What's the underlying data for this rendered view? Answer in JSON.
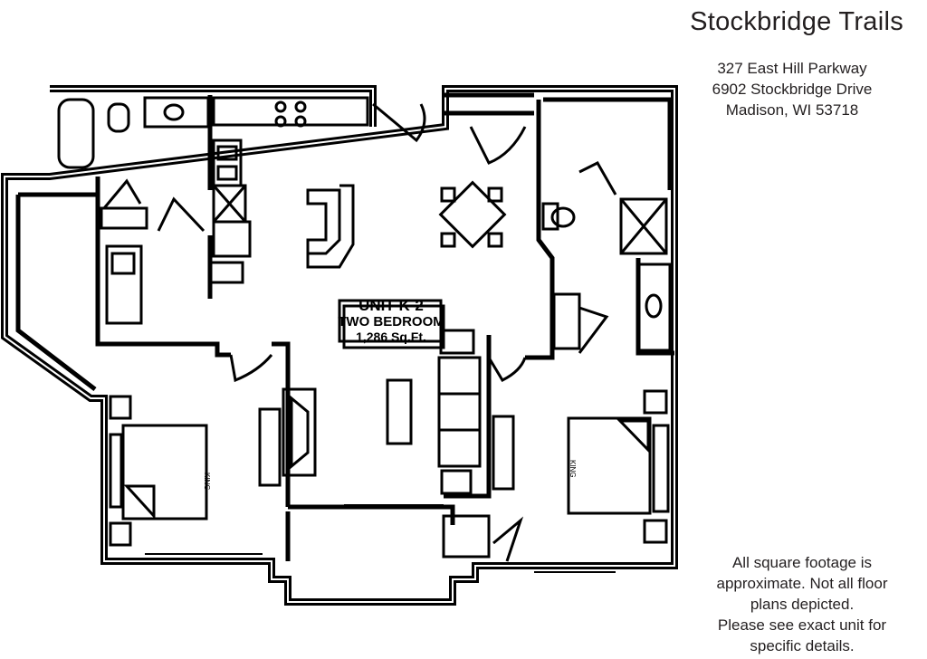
{
  "header": {
    "title": "Stockbridge Trails"
  },
  "address": {
    "lines": [
      "327 East Hill Parkway",
      "6902 Stockbridge Drive",
      "Madison, WI 53718"
    ]
  },
  "plan": {
    "unit": "UNIT K-2",
    "type": "TWO BEDROOM",
    "area": "1,286 Sq.Ft.",
    "bed_label": "KING"
  },
  "note": {
    "lines": [
      "All square footage is",
      "approximate. Not all floor",
      "plans depicted.",
      "Please see exact unit for",
      "specific details."
    ]
  }
}
